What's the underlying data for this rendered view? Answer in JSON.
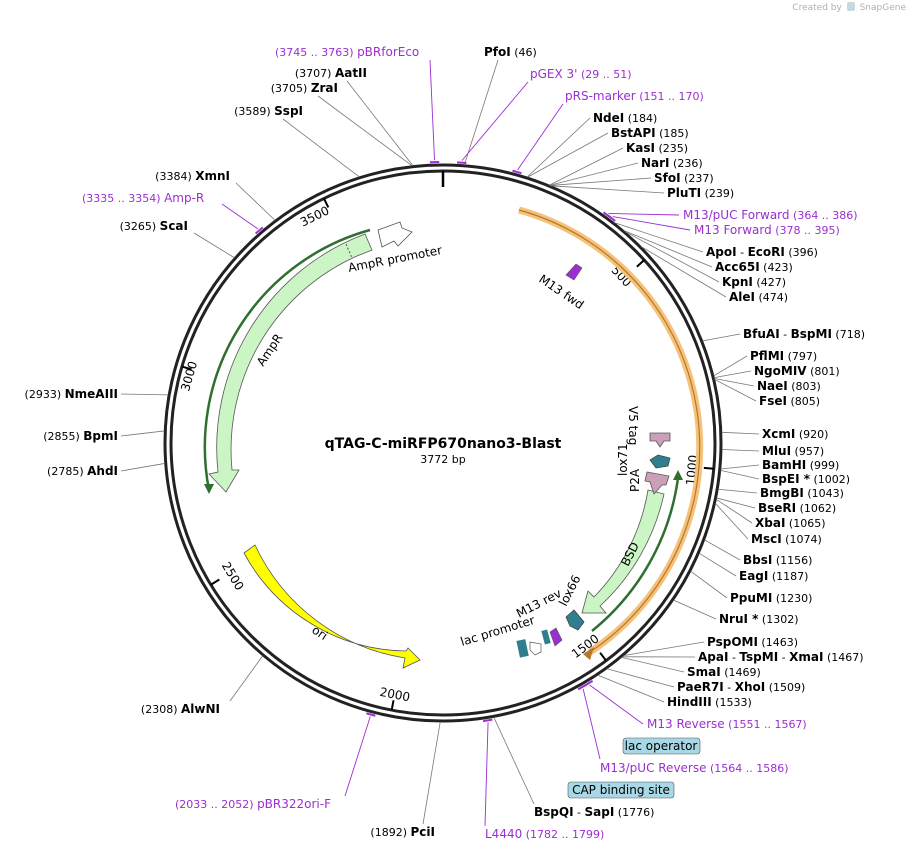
{
  "credit": {
    "prefix": "Created by",
    "brand": "SnapGene"
  },
  "plasmid": {
    "name": "qTAG-C-miRFP670nano3-Blast",
    "length": "3772 bp"
  },
  "ticks": [
    "500",
    "1000",
    "1500",
    "2000",
    "2500",
    "3000",
    "3500"
  ],
  "sites": [
    {
      "name": "PfoI",
      "pos": "(46)"
    },
    {
      "name": "NdeI",
      "pos": "(184)"
    },
    {
      "name": "BstAPI",
      "pos": "(185)"
    },
    {
      "name": "KasI",
      "pos": "(235)"
    },
    {
      "name": "NarI",
      "pos": "(236)"
    },
    {
      "name": "SfoI",
      "pos": "(237)"
    },
    {
      "name": "PluTI",
      "pos": "(239)"
    },
    {
      "name": "ApoI",
      "name2": "EcoRI",
      "pos": "(396)"
    },
    {
      "name": "Acc65I",
      "pos": "(423)"
    },
    {
      "name": "KpnI",
      "pos": "(427)"
    },
    {
      "name": "AleI",
      "pos": "(474)"
    },
    {
      "name": "BfuAI",
      "name2": "BspMI",
      "pos": "(718)"
    },
    {
      "name": "PflMI",
      "pos": "(797)"
    },
    {
      "name": "NgoMIV",
      "pos": "(801)"
    },
    {
      "name": "NaeI",
      "pos": "(803)"
    },
    {
      "name": "FseI",
      "pos": "(805)"
    },
    {
      "name": "XcmI",
      "pos": "(920)"
    },
    {
      "name": "MluI",
      "pos": "(957)"
    },
    {
      "name": "BamHI",
      "pos": "(999)"
    },
    {
      "name": "BspEI *",
      "pos": "(1002)"
    },
    {
      "name": "BmgBI",
      "pos": "(1043)"
    },
    {
      "name": "BseRI",
      "pos": "(1062)"
    },
    {
      "name": "XbaI",
      "pos": "(1065)"
    },
    {
      "name": "MscI",
      "pos": "(1074)"
    },
    {
      "name": "BbsI",
      "pos": "(1156)"
    },
    {
      "name": "EagI",
      "pos": "(1187)"
    },
    {
      "name": "PpuMI",
      "pos": "(1230)"
    },
    {
      "name": "NruI *",
      "pos": "(1302)"
    },
    {
      "name": "PspOMI",
      "pos": "(1463)"
    },
    {
      "name": "ApaI",
      "name2": "TspMI",
      "name3": "XmaI",
      "pos": "(1467)"
    },
    {
      "name": "SmaI",
      "pos": "(1469)"
    },
    {
      "name": "PaeR7I",
      "name2": "XhoI",
      "pos": "(1509)"
    },
    {
      "name": "HindIII",
      "pos": "(1533)"
    },
    {
      "name": "BspQI",
      "name2": "SapI",
      "pos": "(1776)"
    },
    {
      "name": "PciI",
      "pos": "(1892)"
    },
    {
      "name": "AlwNI",
      "pos": "(2308)"
    },
    {
      "name": "AhdI",
      "pos": "(2785)"
    },
    {
      "name": "BpmI",
      "pos": "(2855)"
    },
    {
      "name": "NmeAIII",
      "pos": "(2933)"
    },
    {
      "name": "ScaI",
      "pos": "(3265)"
    },
    {
      "name": "XmnI",
      "pos": "(3384)"
    },
    {
      "name": "SspI",
      "pos": "(3589)"
    },
    {
      "name": "ZraI",
      "pos": "(3705)"
    },
    {
      "name": "AatII",
      "pos": "(3707)"
    }
  ],
  "primers": [
    {
      "name": "pBRforEco",
      "pos": "(3745 .. 3763)"
    },
    {
      "name": "pGEX 3'",
      "pos": "(29 .. 51)"
    },
    {
      "name": "pRS-marker",
      "pos": "(151 .. 170)"
    },
    {
      "name": "M13/pUC Forward",
      "pos": "(364 .. 386)"
    },
    {
      "name": "M13 Forward",
      "pos": "(378 .. 395)"
    },
    {
      "name": "M13 Reverse",
      "pos": "(1551 .. 1567)"
    },
    {
      "name": "M13/pUC Reverse",
      "pos": "(1564 .. 1586)"
    },
    {
      "name": "L4440",
      "pos": "(1782 .. 1799)"
    },
    {
      "name": "pBR322ori-F",
      "pos": "(2033 .. 2052)"
    },
    {
      "name": "Amp-R",
      "pos": "(3335 .. 3354)"
    }
  ],
  "boxes": {
    "lac_operator": "lac operator",
    "cap_site": "CAP binding site"
  },
  "features": {
    "ampr_promoter": "AmpR promoter",
    "ampr": "AmpR",
    "ori": "ori",
    "m13_fwd": "M13 fwd",
    "v5_tag": "V5 tag",
    "lox71": "lox71",
    "p2a": "P2A",
    "bsd": "BSD",
    "lox66": "lox66",
    "m13_rev": "M13 rev",
    "lac_promoter": "lac promoter"
  },
  "colors": {
    "backbone": "#222222",
    "primer": "#9b2fd1",
    "feature_green": "#ccf5c6",
    "ori_yellow": "#ffff00",
    "orange_arc": "#f4c27a",
    "teal": "#2f7f8f",
    "mauve": "#c9a0b8",
    "box_fill": "#a8d8e6"
  }
}
